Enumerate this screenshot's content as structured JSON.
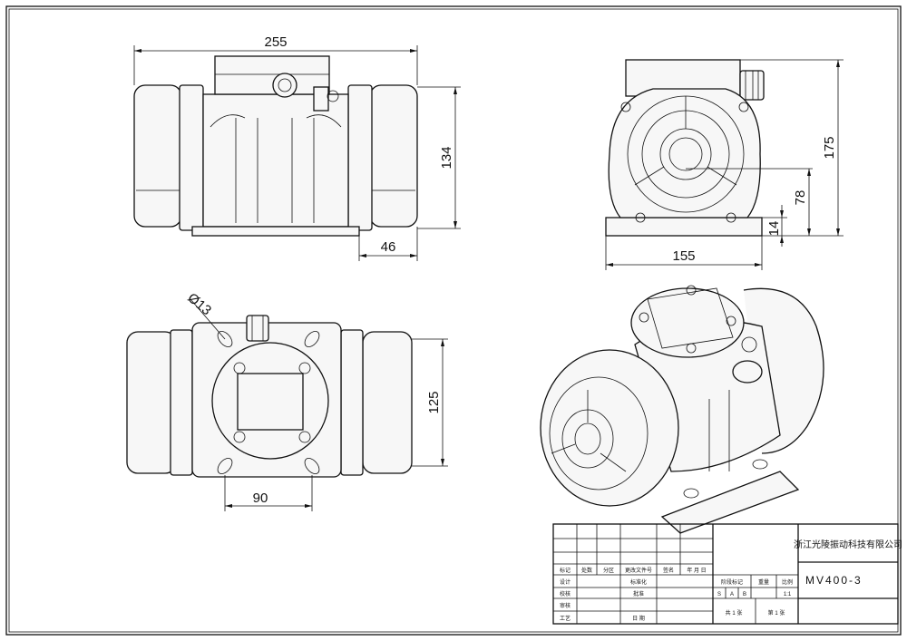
{
  "dimensions": {
    "front_width": "255",
    "front_height": "134",
    "front_offset": "46",
    "side_width": "155",
    "side_height": "175",
    "side_center_height": "78",
    "side_base_height": "14",
    "top_hole_dia": "Ø13",
    "top_width": "125",
    "top_spacing": "90"
  },
  "title_block": {
    "company": "浙江光陵振动科技有限公司",
    "model": "MV400-3",
    "row1": [
      "标记",
      "处数",
      "分区",
      "更改文件号",
      "签名",
      "年 月 日"
    ],
    "row_design": "设计",
    "row_std": "标准化",
    "row_check": "校核",
    "row_approve": "批准",
    "row_review": "审核",
    "row_process": "工艺",
    "row_date": "日 期",
    "stage_label": "阶段标记",
    "weight_label": "重量",
    "scale_label": "比例",
    "stage_s": "S",
    "stage_a": "A",
    "stage_b": "B",
    "scale_value": "1:1",
    "sheets": "共 1 张",
    "sheet_no": "第 1 张"
  },
  "colors": {
    "line": "#111111",
    "paper": "#ffffff"
  }
}
